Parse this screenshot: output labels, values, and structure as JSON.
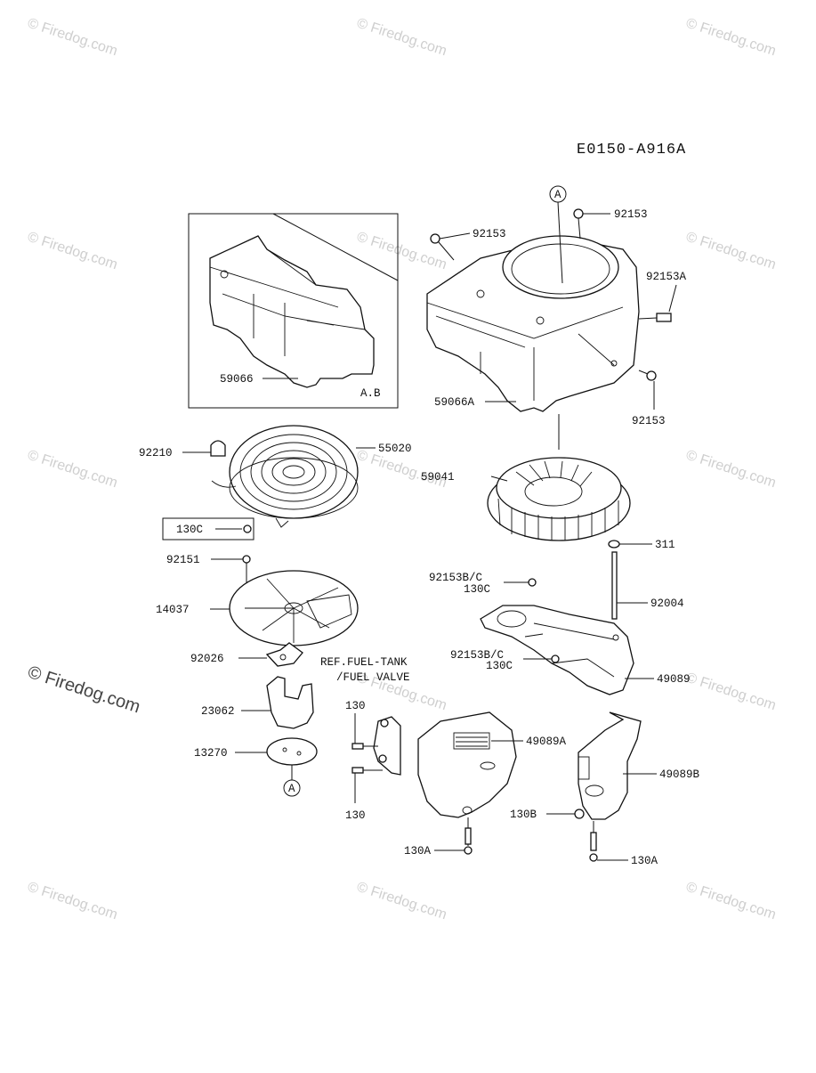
{
  "diagram_code": "E0150-A916A",
  "watermark": "© Firedog.com",
  "inset_label": "A.B",
  "ref_note_line1": "REF.FUEL-TANK",
  "ref_note_line2": "/FUEL VALVE",
  "marker_a": "A",
  "part_numbers": {
    "p92153_a": "92153",
    "p92153_b": "92153",
    "p92153A": "92153A",
    "p92153_c": "92153",
    "p59066": "59066",
    "p59066A": "59066A",
    "p92210": "92210",
    "p55020": "55020",
    "p59041": "59041",
    "p130C_box": "130C",
    "p311": "311",
    "p92151": "92151",
    "p92153BC_1": "92153B/C",
    "p130C_1": "130C",
    "p92004": "92004",
    "p14037": "14037",
    "p92153BC_2": "92153B/C",
    "p130C_2": "130C",
    "p92026": "92026",
    "p49089": "49089",
    "p23062": "23062",
    "p130_a": "130",
    "p49089A": "49089A",
    "p13270": "13270",
    "p49089B": "49089B",
    "p130_b": "130",
    "p130B": "130B",
    "p130A_1": "130A",
    "p130A_2": "130A"
  }
}
